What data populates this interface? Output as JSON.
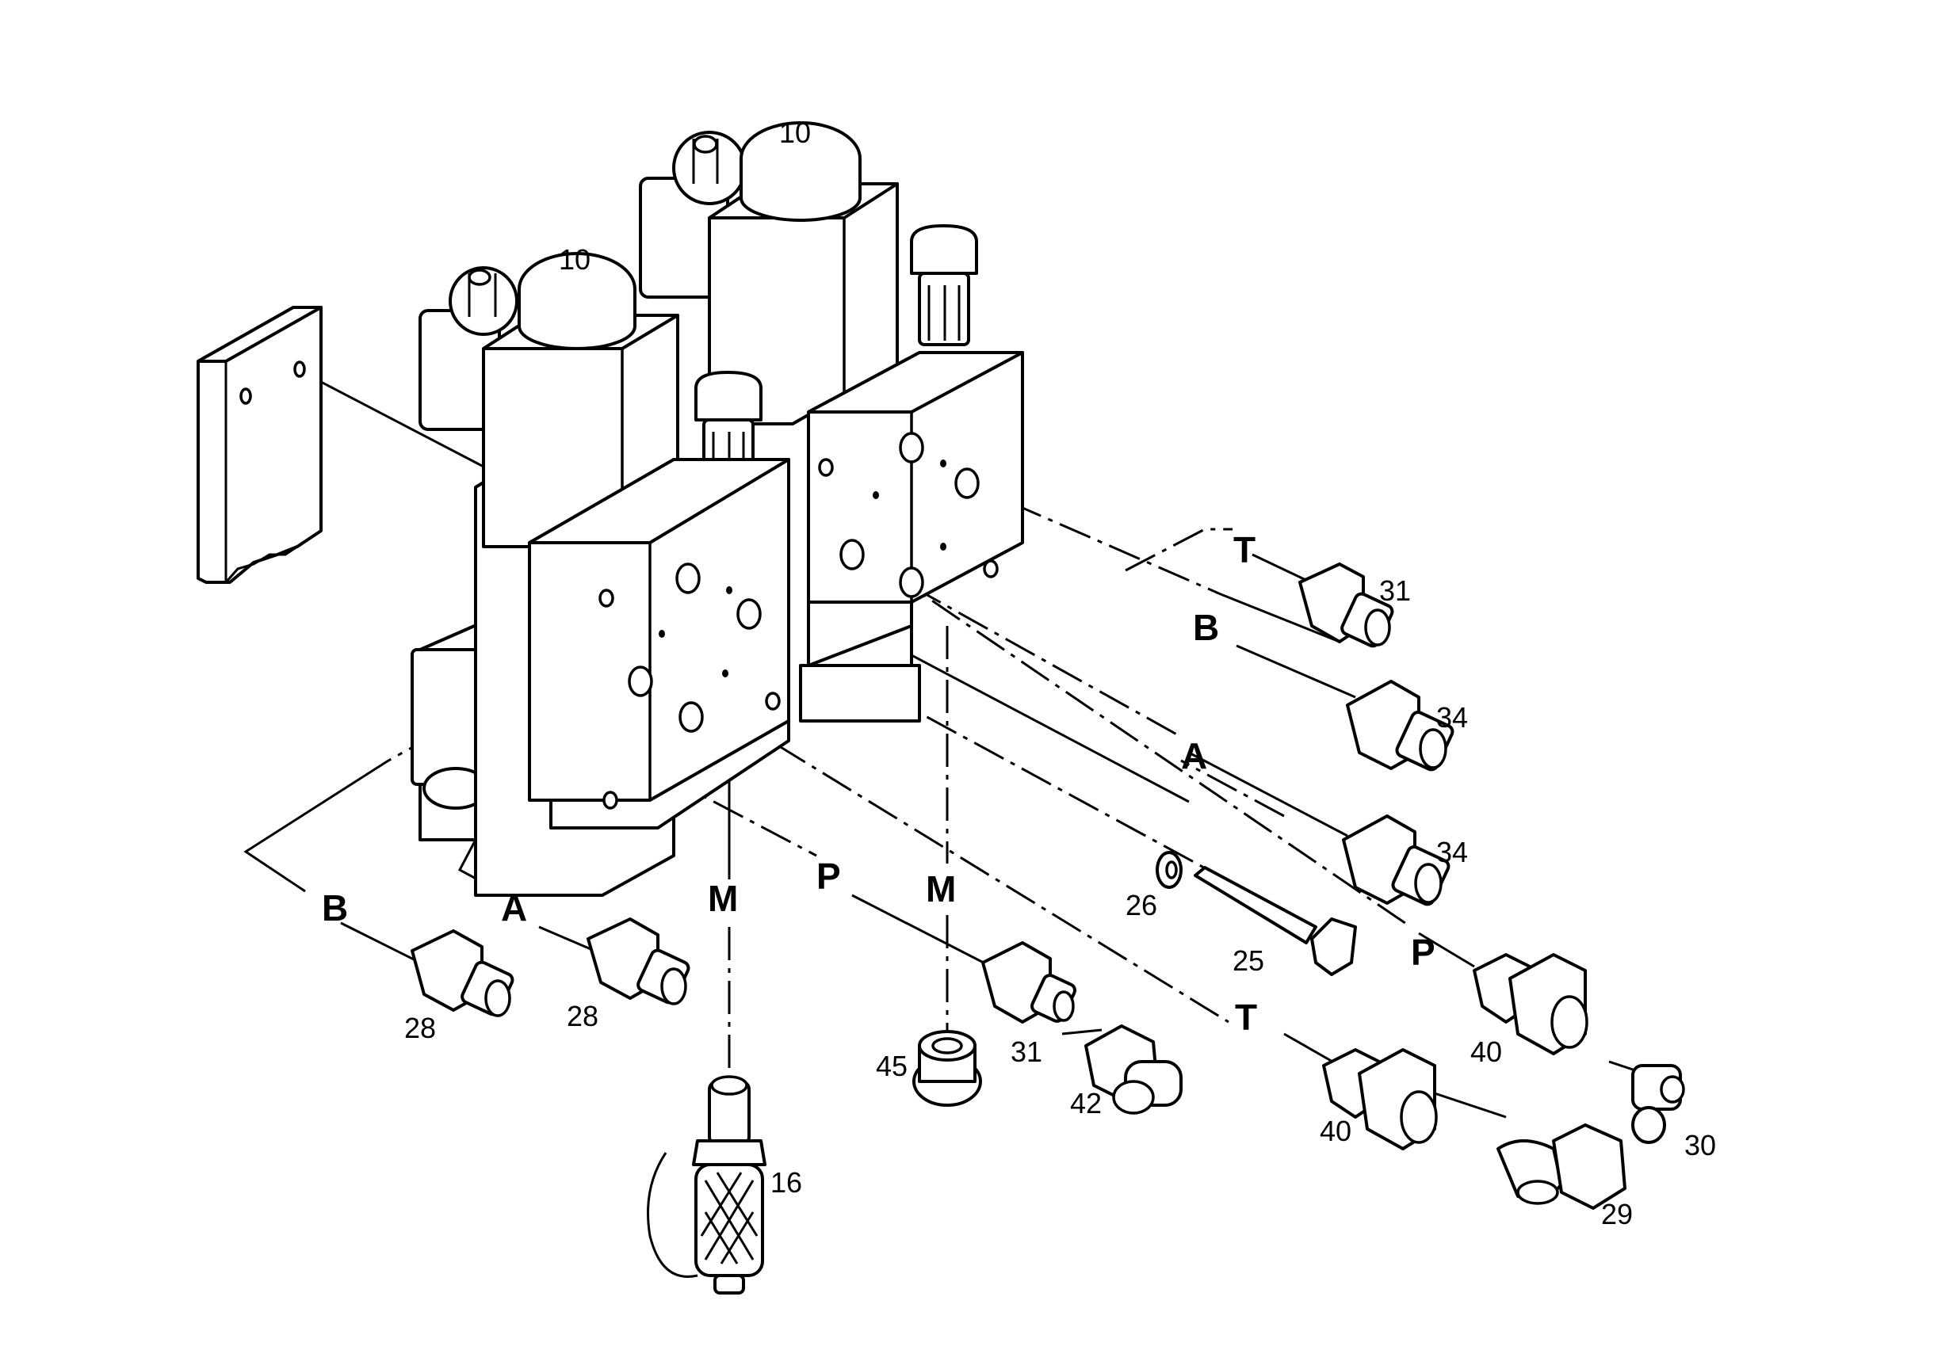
{
  "part_numbers": {
    "p10a": "10",
    "p10b": "10",
    "p16": "16",
    "p25": "25",
    "p26": "26",
    "p28a": "28",
    "p28b": "28",
    "p29": "29",
    "p30": "30",
    "p31a": "31",
    "p31b": "31",
    "p34a": "34",
    "p34b": "34",
    "p40a": "40",
    "p40b": "40",
    "p42": "42",
    "p45": "45"
  },
  "port_labels": {
    "t_right": "T",
    "b_right": "B",
    "a_right": "A",
    "p_right": "P",
    "t_lower": "T",
    "b_left": "B",
    "a_left": "A",
    "m_left": "M",
    "p_center": "P",
    "m_center": "M"
  }
}
